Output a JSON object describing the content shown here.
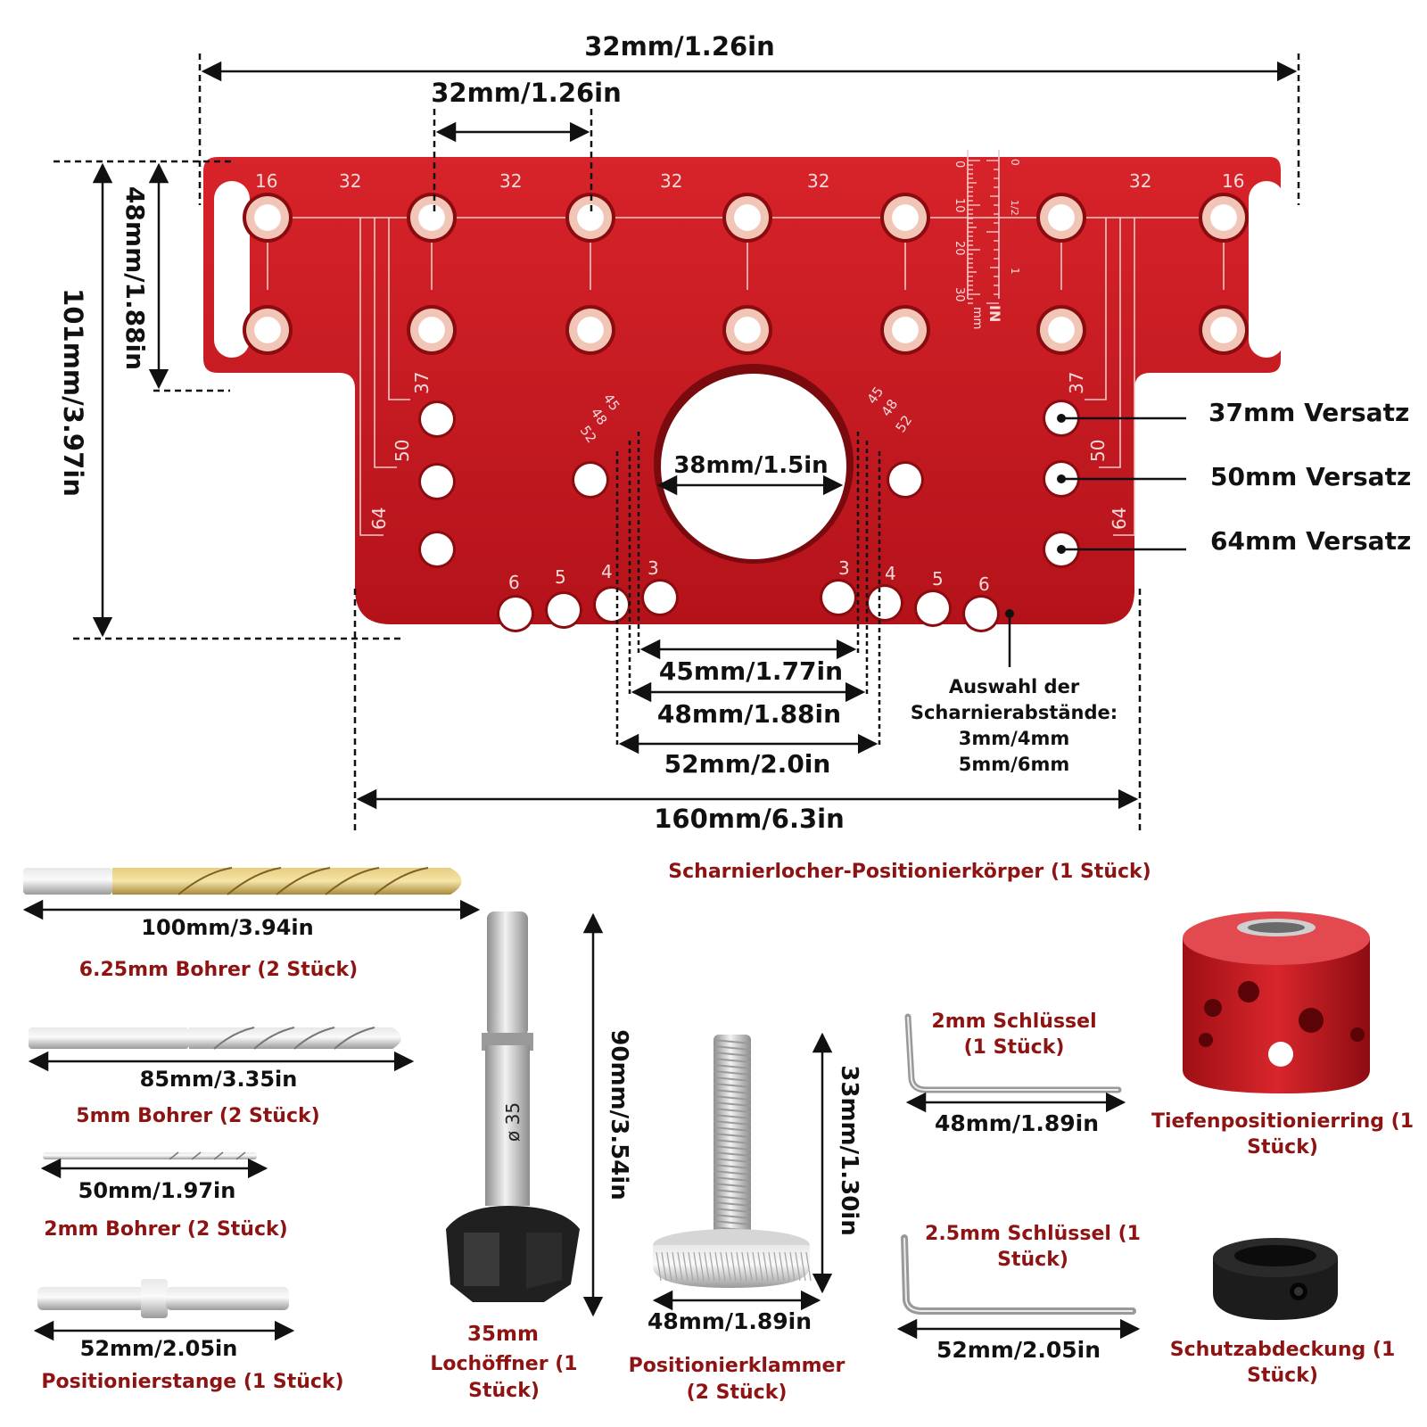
{
  "dimensions": {
    "top_total": "32mm/1.26in",
    "top_pitch": "32mm/1.26in",
    "height_total": "101mm/3.97in",
    "height_rows": "48mm/1.88in",
    "center_hole": "38mm/1.5in",
    "spacing_45": "45mm/1.77in",
    "spacing_48": "48mm/1.88in",
    "spacing_52": "52mm/2.0in",
    "width_bottom": "160mm/6.3in"
  },
  "offsets": {
    "o37": "37mm Versatz",
    "o50": "50mm Versatz",
    "o64": "64mm Versatz"
  },
  "hinge_note": [
    "Auswahl der",
    "Scharnierabstände:",
    "3mm/4mm",
    "5mm/6mm"
  ],
  "engravings": {
    "pitch_labels": [
      "16",
      "32",
      "32",
      "32",
      "32",
      "32",
      "16"
    ],
    "row_labels": [
      "37",
      "50",
      "64"
    ],
    "angle_labels": [
      "45",
      "48",
      "52"
    ],
    "small_numbers": [
      "6",
      "5",
      "4",
      "3",
      "3",
      "4",
      "5",
      "6"
    ],
    "ruler_numbers": [
      "0",
      "10",
      "20",
      "30"
    ],
    "ruler_unit": "mm",
    "ruler_inch": [
      "0",
      "1/2",
      "1"
    ],
    "ruler_inch_unit": "IN"
  },
  "body_caption": "Scharnierlocher-Positionierkörper (1 Stück)",
  "parts": {
    "drill625": {
      "size": "100mm/3.94in",
      "label": "6.25mm Bohrer (2 Stück)"
    },
    "drill5": {
      "size": "85mm/3.35in",
      "label": "5mm Bohrer (2 Stück)"
    },
    "drill2": {
      "size": "50mm/1.97in",
      "label": "2mm Bohrer (2 Stück)"
    },
    "rod": {
      "size": "52mm/2.05in",
      "label": "Positionierstange (1 Stück)"
    },
    "forstner": {
      "size": "90mm/3.54in",
      "mark": "ø 35",
      "label": [
        "35mm",
        "Lochöffner (1",
        "Stück)"
      ]
    },
    "clamp": {
      "height": "33mm/1.30in",
      "size": "48mm/1.89in",
      "label": [
        "Positionierklammer",
        "(2 Stück)"
      ]
    },
    "key2": {
      "size": "48mm/1.89in",
      "label": [
        "2mm Schlüssel",
        "(1 Stück)"
      ]
    },
    "key25": {
      "size": "52mm/2.05in",
      "label": [
        "2.5mm Schlüssel (1",
        "Stück)"
      ]
    },
    "ring": {
      "label": [
        "Tiefenpositionierring (1",
        "Stück)"
      ]
    },
    "cover": {
      "label": [
        "Schutzabdeckung (1",
        "Stück)"
      ]
    }
  },
  "colors": {
    "jig": "#c8161c",
    "caption": "#8e1414"
  }
}
